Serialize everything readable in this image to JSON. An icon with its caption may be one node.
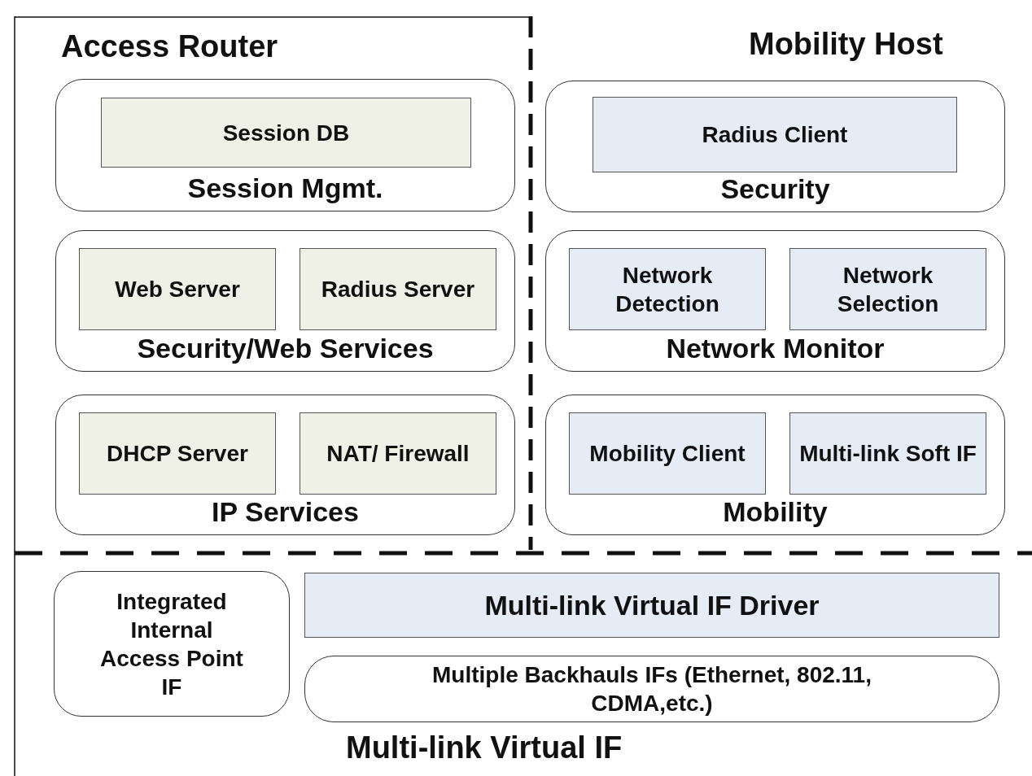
{
  "diagram": {
    "nodes": [
      {
        "text": [
          "Session Mgmt."
        ]
      },
      {
        "text": [
          "Session DB"
        ],
        "in": 0
      },
      {
        "text": [
          "Security"
        ]
      },
      {
        "text": [
          "Radius Client"
        ],
        "in": 2
      },
      {
        "text": [
          "Security/Web Services"
        ]
      },
      {
        "text": [
          "Web Server"
        ],
        "in": 4
      },
      {
        "text": [
          "Radius Server"
        ],
        "in": 4
      },
      {
        "text": [
          "Network Monitor"
        ]
      },
      {
        "text": [
          "Network Detection"
        ],
        "in": 7
      },
      {
        "text": [
          "Network Selection"
        ],
        "in": 7
      },
      {
        "text": [
          "IP Services"
        ]
      },
      {
        "text": [
          "DHCP Server"
        ],
        "in": 10
      },
      {
        "text": [
          "NAT/ Firewall"
        ],
        "in": 10
      },
      {
        "text": [
          "Mobility"
        ]
      },
      {
        "text": [
          "Mobility Client"
        ],
        "in": 13
      },
      {
        "text": [
          "Multi-link Soft IF"
        ],
        "in": 13
      },
      {
        "text": [
          "Integrated Internal Access Point IF"
        ]
      },
      {
        "text": [
          "Multi-link Virtual IF Driver"
        ]
      },
      {
        "text": [
          "Multiple Backhauls IFs (Ethernet, 802.11, CDMA,etc.)"
        ]
      }
    ],
    "edges": [],
    "labels": [
      "Access Router",
      "Mobility Host",
      "Multi-link Virtual IF"
    ]
  }
}
